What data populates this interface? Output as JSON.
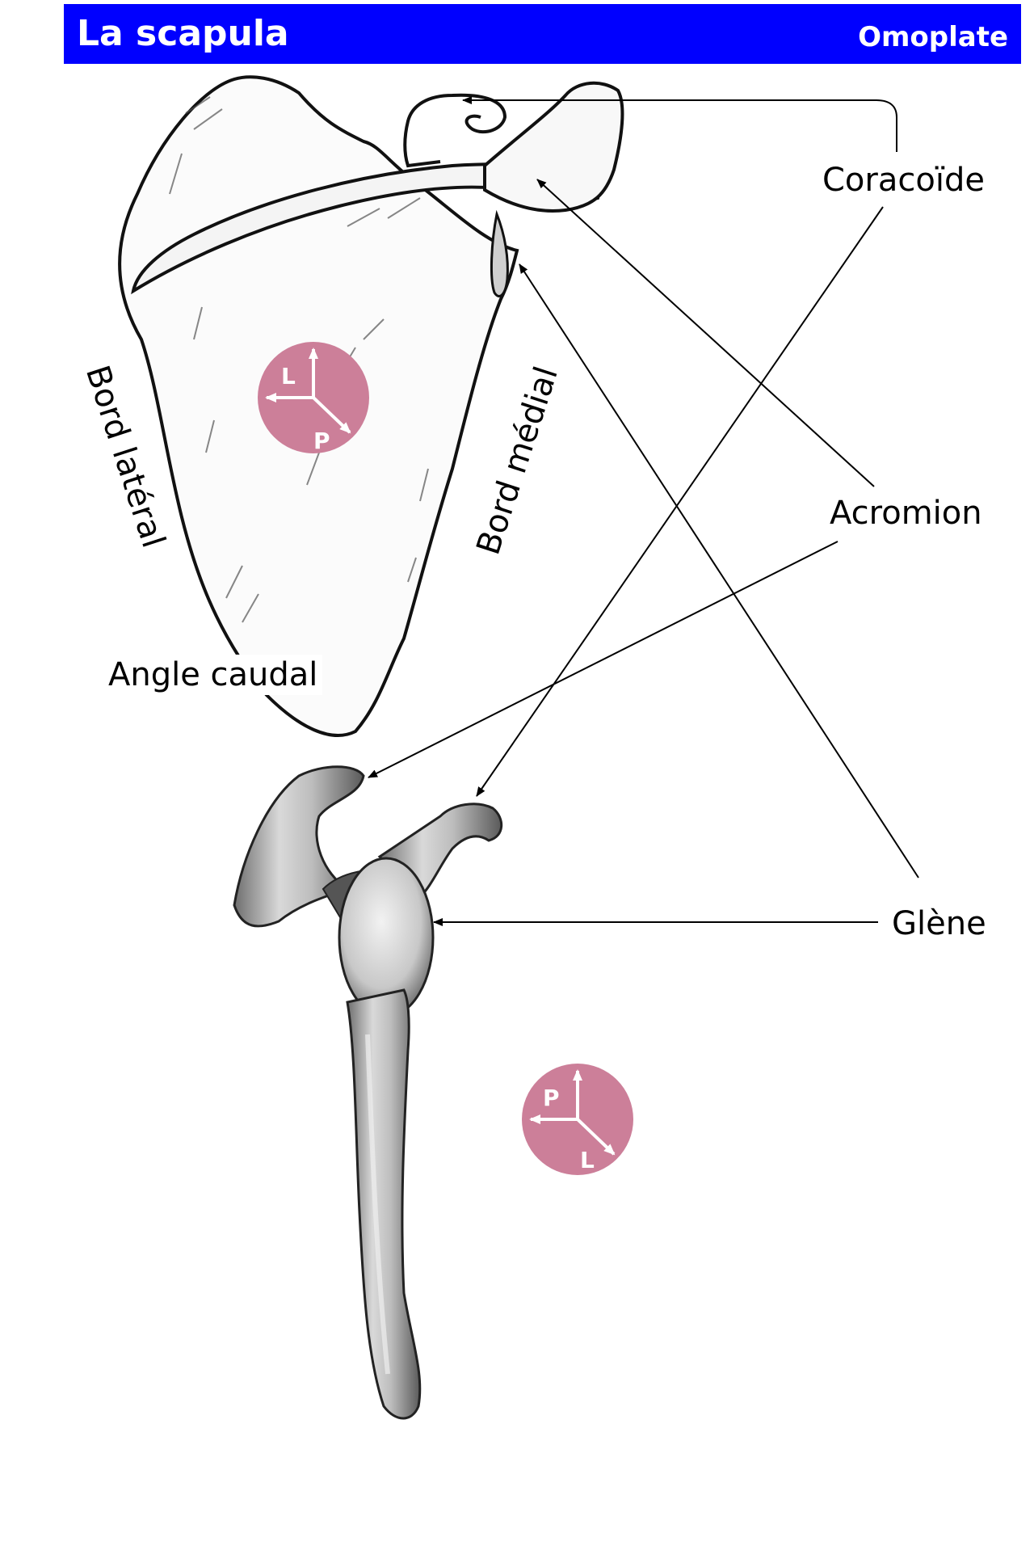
{
  "header": {
    "title": "La scapula",
    "subtitle": "Omoplate"
  },
  "labels": {
    "coracoide": "Coracoïde",
    "acromion": "Acromion",
    "glene": "Glène",
    "bord_lateral": "Bord latéral",
    "bord_medial": "Bord médial",
    "angle_caudal": "Angle caudal"
  },
  "orientation_top": {
    "up_letter": "L",
    "down_letter": "P"
  },
  "orientation_bottom": {
    "up_letter": "P",
    "down_letter": "L"
  },
  "colors": {
    "header_bg": "#0000ff",
    "header_text": "#ffffff",
    "orientation_disc": "#cc7f99"
  }
}
